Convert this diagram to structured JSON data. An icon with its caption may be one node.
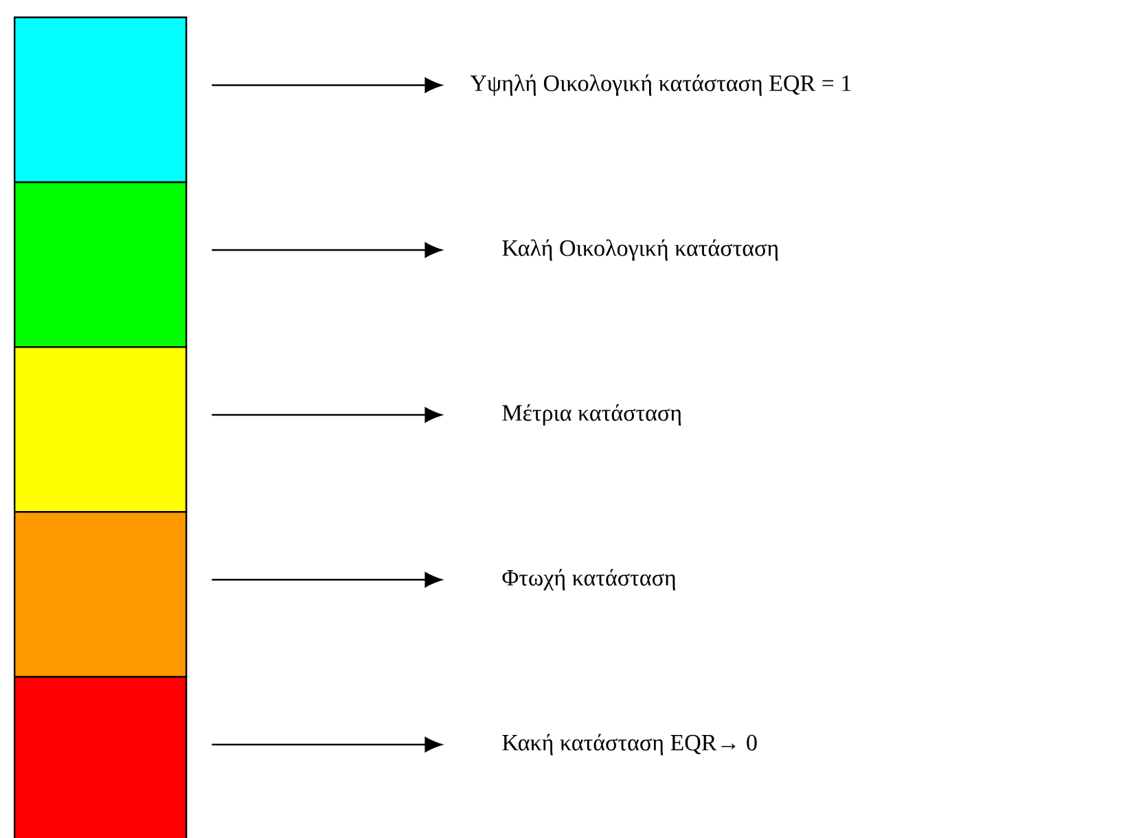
{
  "diagram": {
    "nodes": [
      {
        "text": [],
        "shape": "box"
      },
      {
        "text": [],
        "shape": "box"
      },
      {
        "text": [],
        "shape": "box"
      },
      {
        "text": [],
        "shape": "box"
      },
      {
        "text": [],
        "shape": "box"
      },
      {
        "text": [
          "Υψηλή Οικολογική κατάσταση EQR = 1"
        ]
      },
      {
        "text": [
          "Καλή Οικολογική κατάσταση"
        ]
      },
      {
        "text": [
          "Μέτρια κατάσταση"
        ]
      },
      {
        "text": [
          "Φτωχή κατάσταση"
        ]
      },
      {
        "text": [
          "Κακή κατάσταση EQR→ 0"
        ]
      }
    ],
    "edges": [
      {
        "from": 0,
        "to": 5,
        "arrow": "to"
      },
      {
        "from": 1,
        "to": 6,
        "arrow": "to"
      },
      {
        "from": 2,
        "to": 7,
        "arrow": "to"
      },
      {
        "from": 3,
        "to": 8,
        "arrow": "to"
      },
      {
        "from": 4,
        "to": 9,
        "arrow": "to"
      }
    ]
  }
}
